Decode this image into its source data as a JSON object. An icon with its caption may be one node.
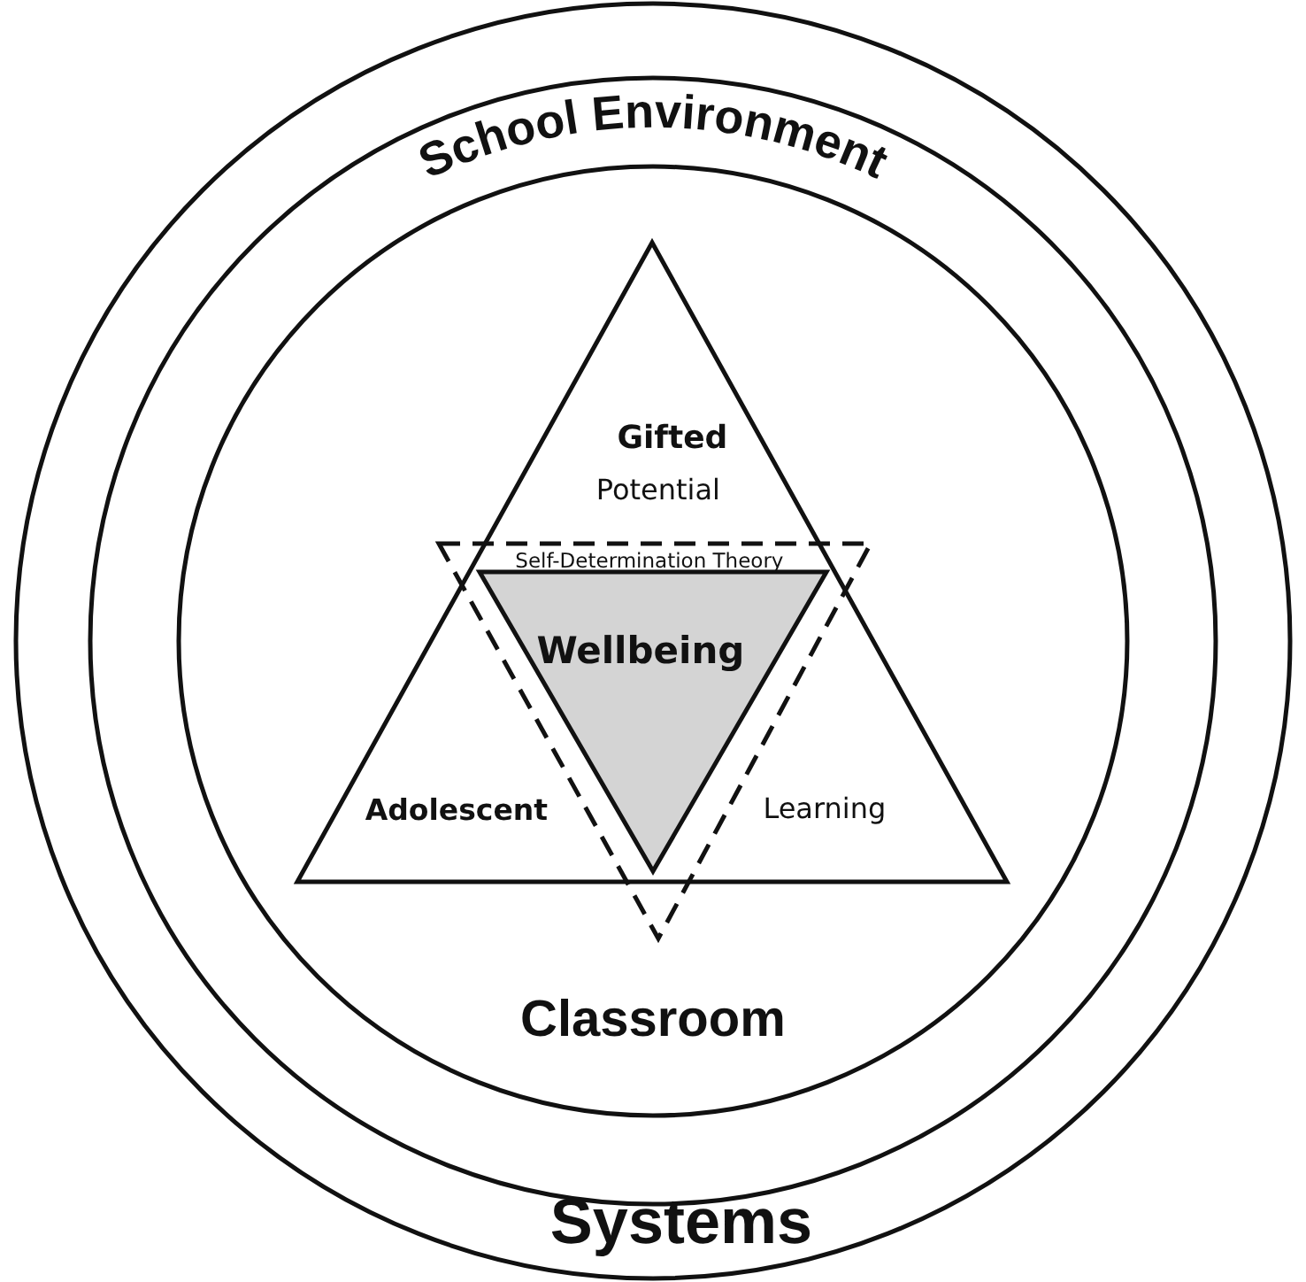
{
  "diagram": {
    "nodes": [
      {
        "text": [
          "Systems"
        ]
      },
      {
        "text": [
          "School Environment"
        ],
        "in": 0
      },
      {
        "text": [
          "Classroom"
        ],
        "in": 1
      },
      {
        "text": [
          "Gifted",
          "Potential",
          "Adolescent",
          "Learning"
        ],
        "in": 2
      },
      {
        "text": [
          "Self-Determination Theory"
        ],
        "in": 2
      },
      {
        "text": [
          "Wellbeing"
        ],
        "in": 4
      }
    ]
  }
}
